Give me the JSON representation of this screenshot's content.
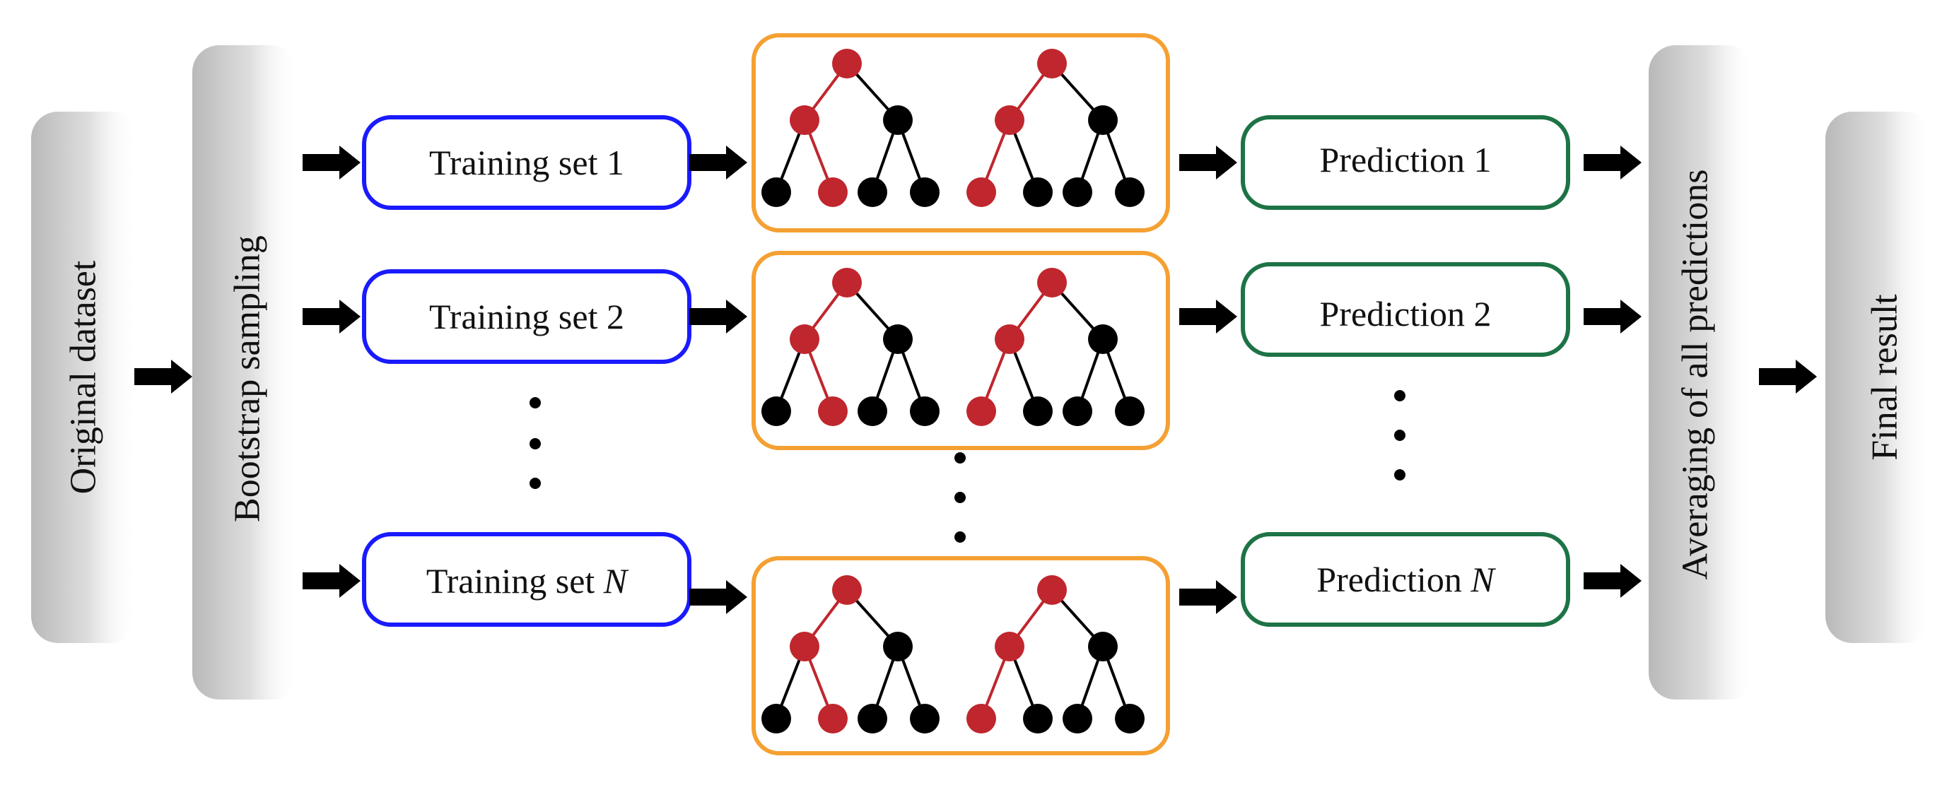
{
  "stages": {
    "original": "Original dataset",
    "bootstrap": "Bootstrap sampling",
    "averaging": "Averaging of all predictions",
    "final": "Final result"
  },
  "training_sets": [
    {
      "prefix": "Training set ",
      "index": "1"
    },
    {
      "prefix": "Training set ",
      "index": "2"
    },
    {
      "prefix": "Training set ",
      "index": "N"
    }
  ],
  "predictions": [
    {
      "prefix": "Prediction ",
      "index": "1"
    },
    {
      "prefix": "Prediction ",
      "index": "2"
    },
    {
      "prefix": "Prediction ",
      "index": "N"
    }
  ],
  "colors": {
    "training_border": "#1a1aff",
    "forest_border": "#f5a032",
    "prediction_border": "#1d7345",
    "path_node": "#c0262d",
    "node": "#000000",
    "arrow": "#000000"
  }
}
